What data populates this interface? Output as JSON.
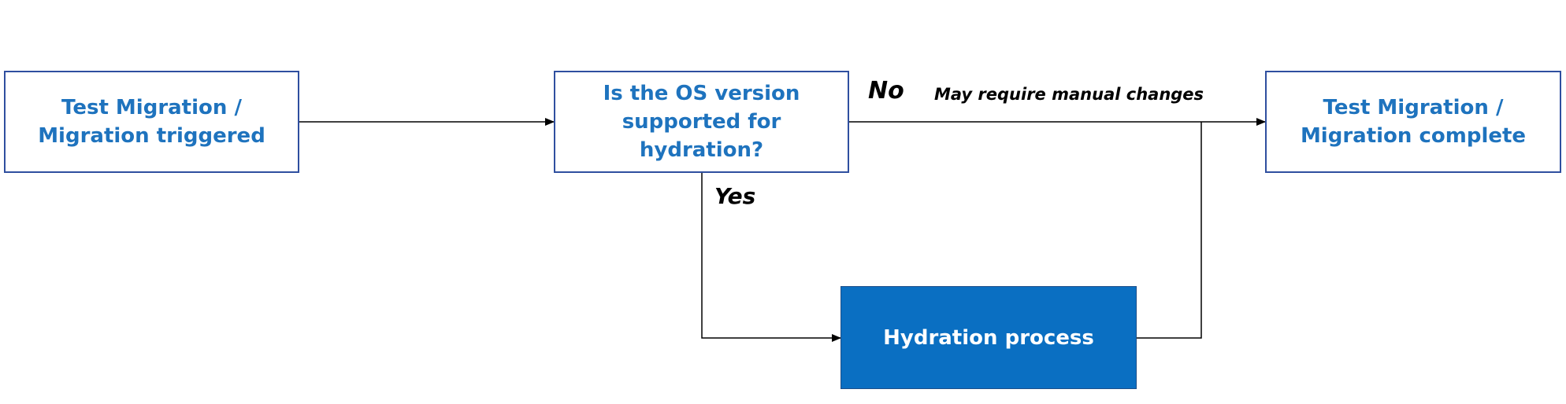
{
  "nodes": {
    "start": "Test Migration / Migration triggered",
    "decision": "Is the OS version supported for hydration?",
    "hydration": "Hydration process",
    "complete": "Test Migration / Migration complete"
  },
  "edge_labels": {
    "no": "No",
    "yes": "Yes",
    "no_note": "May require manual changes"
  },
  "colors": {
    "box_border": "#2f4f9f",
    "box_text": "#1e73be",
    "process_fill": "#0a6fc2",
    "process_text": "#ffffff",
    "connector": "#000000"
  }
}
